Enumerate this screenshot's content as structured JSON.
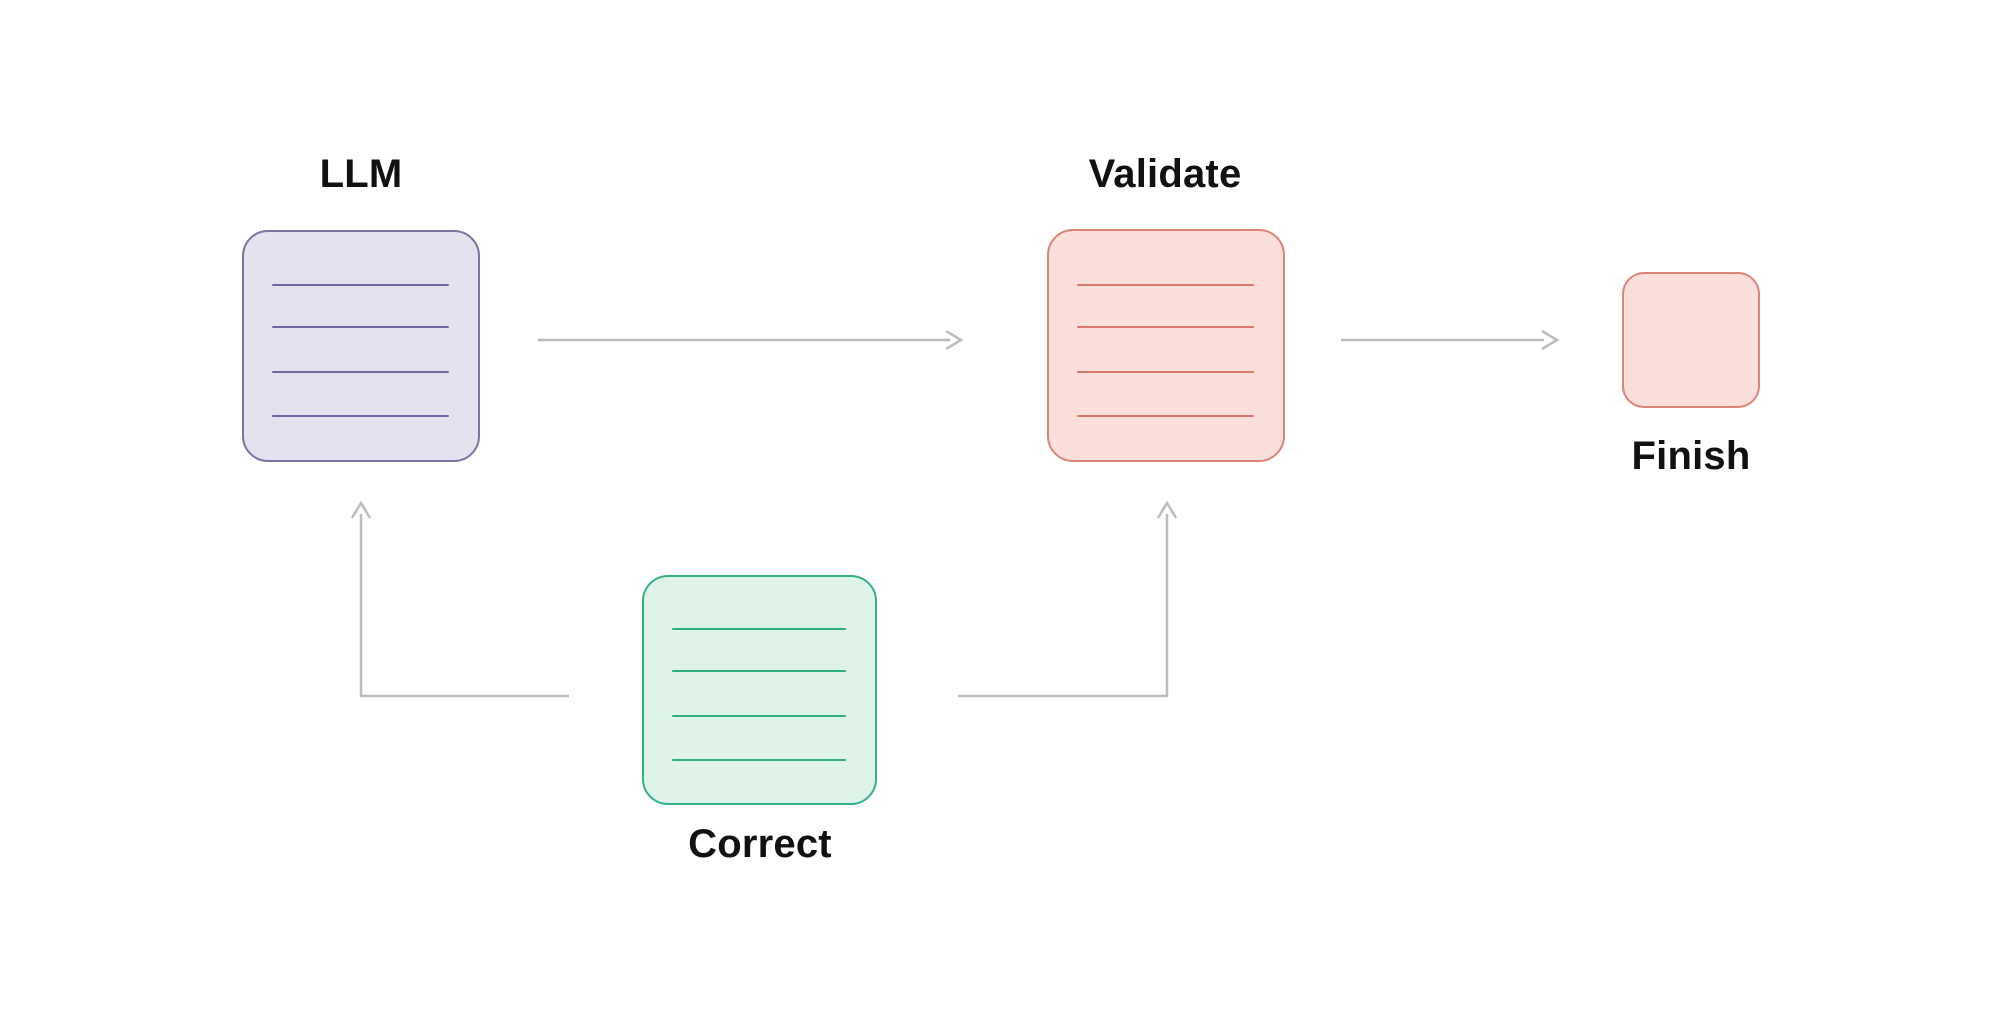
{
  "canvas": {
    "background": "#ffffff",
    "label_color": "#111111",
    "arrow_color": "#bcbcbc"
  },
  "diagram": {
    "title": "",
    "nodes": [
      {
        "id": "llm",
        "label": "LLM",
        "fill": "#e5e1ef",
        "border": "#7b74a3",
        "line_color": "#6f68a0",
        "lines": 4
      },
      {
        "id": "validate",
        "label": "Validate",
        "fill": "#fbdfda",
        "border": "#de8279",
        "line_color": "#d9796d",
        "lines": 4
      },
      {
        "id": "correct",
        "label": "Correct",
        "fill": "#def4e8",
        "border": "#35af86",
        "line_color": "#2fae82",
        "lines": 4
      },
      {
        "id": "finish",
        "label": "Finish",
        "fill": "#fbdfda",
        "border": "#de8279",
        "line_color": "",
        "lines": 0
      }
    ],
    "edges": [
      {
        "from": "llm",
        "to": "validate",
        "direction": "right"
      },
      {
        "from": "validate",
        "to": "finish",
        "direction": "right"
      },
      {
        "from": "correct",
        "to": "llm",
        "direction": "left-then-up"
      },
      {
        "from": "correct",
        "to": "validate",
        "direction": "right-then-up"
      }
    ]
  }
}
